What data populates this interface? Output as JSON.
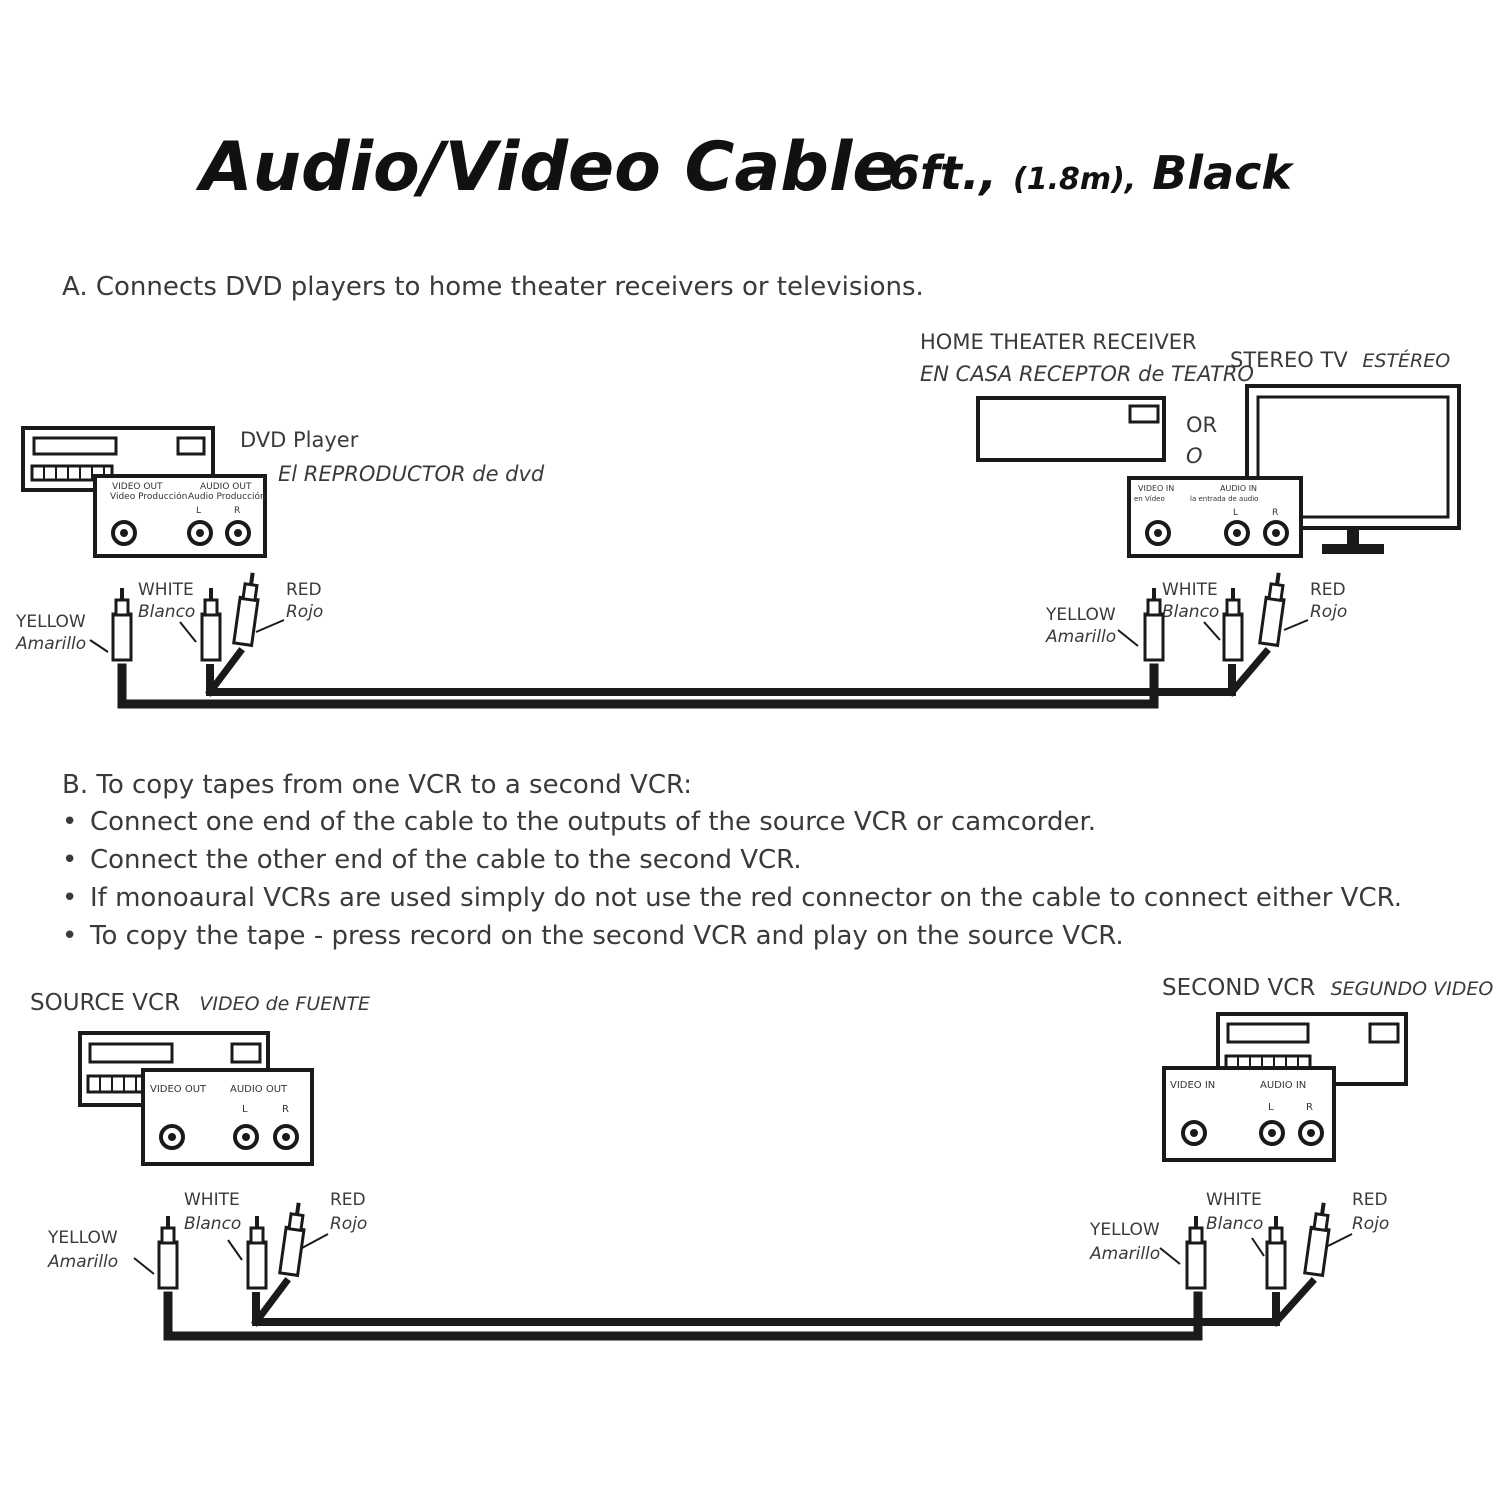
{
  "title": {
    "main": "Audio/Video Cable",
    "length_ft": "6ft.,",
    "length_m": "(1.8m),",
    "color": "Black"
  },
  "section_a": {
    "heading": "A. Connects DVD players to home theater receivers or televisions.",
    "dvd_player": {
      "label": "DVD Player",
      "label_es": "El REPRODUCTOR de dvd",
      "jack_video": "VIDEO OUT",
      "jack_video_es": "Video Producción",
      "jack_audio": "AUDIO OUT",
      "jack_audio_es": "Audio Producción",
      "left": "L",
      "right": "R"
    },
    "receiver": {
      "label": "HOME THEATER RECEIVER",
      "label_es": "EN CASA RECEPTOR de TEATRO",
      "jack_video": "VIDEO IN",
      "jack_video_es": "en Vídeo",
      "jack_audio": "AUDIO IN",
      "jack_audio_es": "la entrada de audio",
      "left": "L",
      "right": "R"
    },
    "or": "OR",
    "or_es": "O",
    "tv": {
      "label": "STEREO TV",
      "label_es": "ESTÉREO"
    }
  },
  "connectors": {
    "yellow": "YELLOW",
    "yellow_es": "Amarillo",
    "white": "WHITE",
    "white_es": "Blanco",
    "red": "RED",
    "red_es": "Rojo"
  },
  "section_b": {
    "heading": "B. To copy tapes from one VCR to a second VCR:",
    "bullets": [
      "Connect one end of the cable to the outputs of the source VCR or camcorder.",
      "Connect the other end of the cable to the second VCR.",
      "If monoaural VCRs are used simply do not use the red connector on the cable to connect either VCR.",
      "To copy the tape - press record on the second VCR and play on the source VCR."
    ],
    "source_vcr": {
      "label": "SOURCE VCR",
      "label_es": "VIDEO de FUENTE",
      "jack_video": "VIDEO OUT",
      "jack_audio": "AUDIO OUT",
      "left": "L",
      "right": "R"
    },
    "second_vcr": {
      "label": "SECOND VCR",
      "label_es": "SEGUNDO VIDEO",
      "jack_video": "VIDEO IN",
      "jack_audio": "AUDIO IN",
      "left": "L",
      "right": "R"
    }
  },
  "colors": {
    "ink": "#1a1a1a",
    "text": "#3a3a3a"
  }
}
